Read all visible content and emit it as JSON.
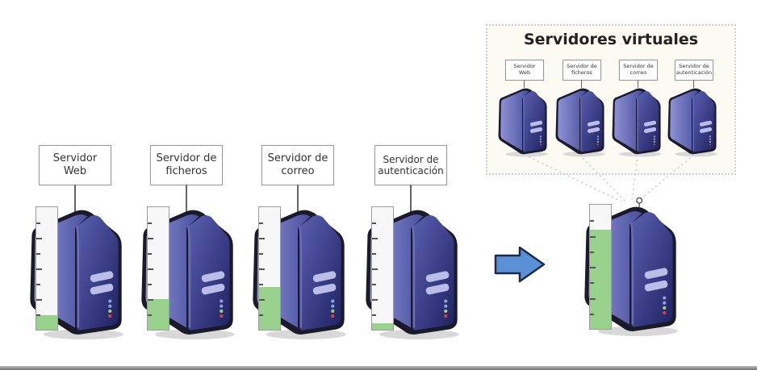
{
  "physical_servers": [
    {
      "label_line1": "Servidor",
      "label_line2": "Web",
      "load_percent": 12
    },
    {
      "label_line1": "Servidor de",
      "label_line2": "ficheros",
      "load_percent": 25
    },
    {
      "label_line1": "Servidor de",
      "label_line2": "correo",
      "load_percent": 35
    },
    {
      "label_line1": "Servidor de",
      "label_line2": "autenticación",
      "load_percent": 5
    }
  ],
  "virtual_group": {
    "title": "Servidores virtuales",
    "servers": [
      {
        "label_line1": "Servidor",
        "label_line2": "Web"
      },
      {
        "label_line1": "Servidor de",
        "label_line2": "ficheros"
      },
      {
        "label_line1": "Servidor de",
        "label_line2": "correo"
      },
      {
        "label_line1": "Servidor de",
        "label_line2": "autenticación"
      }
    ]
  },
  "consolidated_server": {
    "load_percent": 80
  },
  "arrow": {
    "direction": "right",
    "color": "#5b8fd6"
  },
  "colors": {
    "server_body": "#3c3f8e",
    "gauge_fill": "#98d28c"
  }
}
